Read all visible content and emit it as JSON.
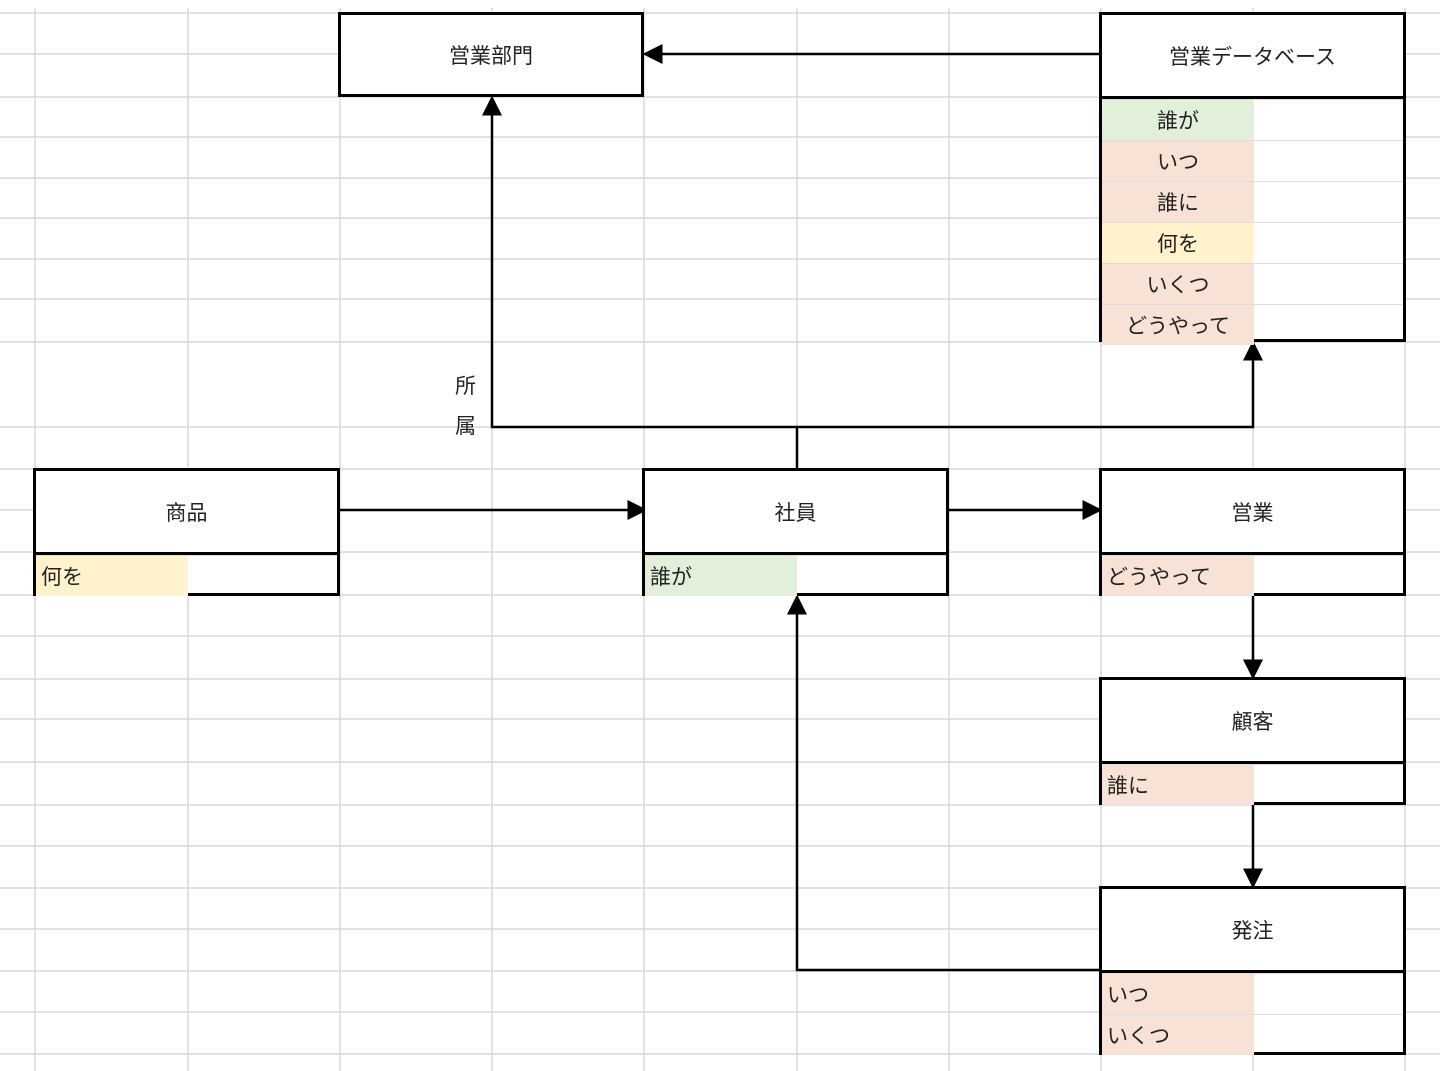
{
  "colors": {
    "who": "#e2efda",
    "when_whom_how": "#f8e1d5",
    "what": "#fff2cc",
    "grid": "#d9d9d9",
    "line": "#000000"
  },
  "entities": {
    "sales_dept": {
      "title": "営業部門"
    },
    "sales_db": {
      "title": "営業データベース",
      "fields": [
        {
          "label": "誰が",
          "tone": "who"
        },
        {
          "label": "いつ",
          "tone": "when_whom_how"
        },
        {
          "label": "誰に",
          "tone": "when_whom_how"
        },
        {
          "label": "何を",
          "tone": "what"
        },
        {
          "label": "いくつ",
          "tone": "when_whom_how"
        },
        {
          "label": "どうやって",
          "tone": "when_whom_how"
        }
      ]
    },
    "product": {
      "title": "商品",
      "fields": [
        {
          "label": "何を",
          "tone": "what"
        }
      ]
    },
    "employee": {
      "title": "社員",
      "fields": [
        {
          "label": "誰が",
          "tone": "who"
        }
      ]
    },
    "sales": {
      "title": "営業",
      "fields": [
        {
          "label": "どうやって",
          "tone": "when_whom_how"
        }
      ]
    },
    "customer": {
      "title": "顧客",
      "fields": [
        {
          "label": "誰に",
          "tone": "when_whom_how"
        }
      ]
    },
    "order": {
      "title": "発注",
      "fields": [
        {
          "label": "いつ",
          "tone": "when_whom_how"
        },
        {
          "label": "いくつ",
          "tone": "when_whom_how"
        }
      ]
    }
  },
  "relation_label": {
    "char1": "所",
    "char2": "属"
  }
}
